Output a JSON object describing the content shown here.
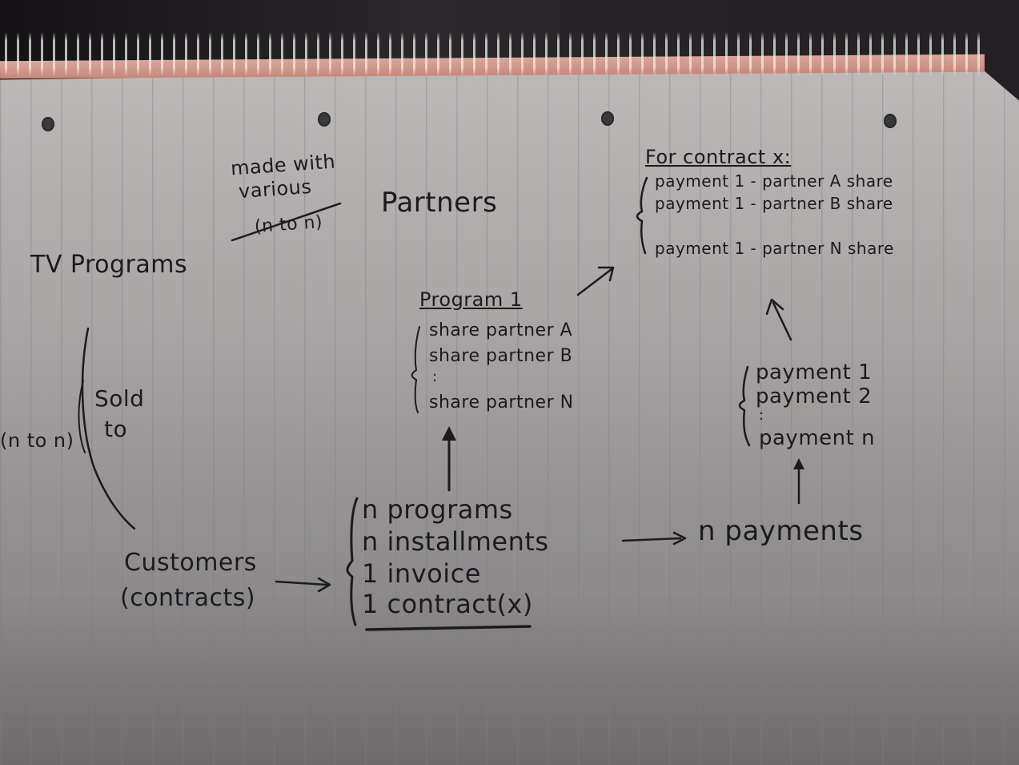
{
  "diagram": {
    "entities": {
      "tv_programs": "TV Programs",
      "partners": "Partners",
      "customers": "Customers",
      "customers_sub": "(contracts)"
    },
    "relations": {
      "made_with_line1": "made with",
      "made_with_line2": "various",
      "made_with_card": "(n to n)",
      "sold_to_line1": "Sold",
      "sold_to_line2": "to",
      "sold_to_card": "(n to n)"
    },
    "contract_items": [
      "n programs",
      "n installments",
      "1 invoice",
      "1 contract(x)"
    ],
    "program_block": {
      "title": "Program 1",
      "items": [
        "share partner A",
        "share partner B",
        ":",
        "share partner N"
      ]
    },
    "n_payments": "n payments",
    "payment_block": {
      "items": [
        "payment 1",
        "payment 2",
        ":",
        "payment n"
      ]
    },
    "contract_block": {
      "title": "For contract x:",
      "items": [
        "payment 1 - partner A share",
        "payment 1 - partner B share",
        "payment 1 - partner N share"
      ]
    }
  }
}
